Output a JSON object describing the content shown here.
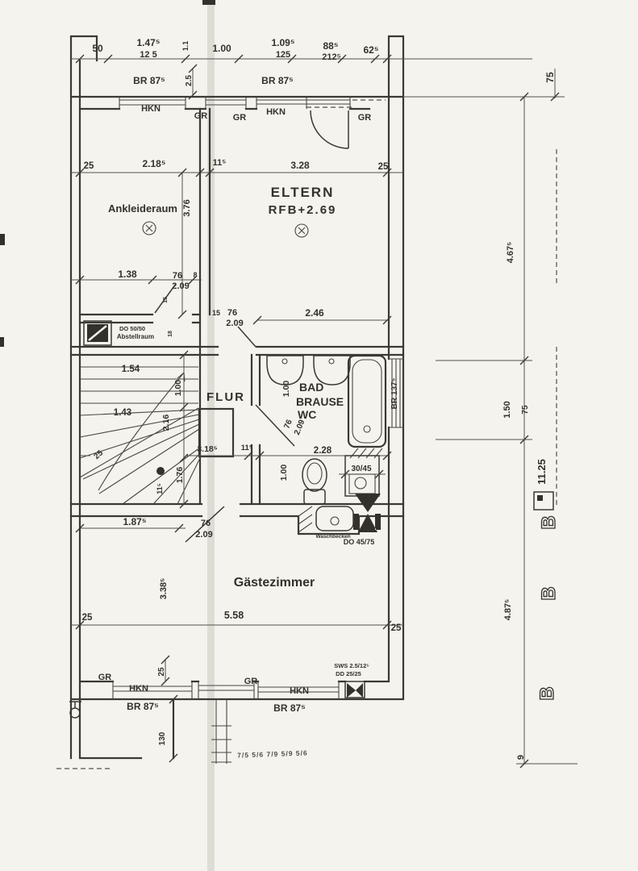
{
  "rooms": {
    "ankleideraum": "Ankleideraum",
    "eltern": "ELTERN",
    "eltern_sub": "RFB+2.69",
    "abstell_size": "DO 50/50",
    "abstellraum": "Abstellraum",
    "flur": "FLUR",
    "bad": "BAD",
    "brause": "BRAUSE",
    "wc": "WC",
    "gaestezimmer": "Gästezimmer"
  },
  "fixtures": {
    "waschbecken": "Waschbecken",
    "do_45_75": "DO 45/75",
    "shaft_30_45": "30/45",
    "sws": "SWS 2.5/12⁵",
    "dd_25_25": "DD 25/25"
  },
  "openings": {
    "br_87_5": "BR 87⁵",
    "br_137_5": "BR 137⁵",
    "hkn": "HKN",
    "gr": "GR"
  },
  "dims": {
    "d50": "50",
    "d147_5": "1.47⁵",
    "d12_5": "12 5",
    "d1_1": "1.1",
    "d100": "1.00",
    "d109_5": "1.09⁵",
    "d125": "125",
    "d88_5": "88⁵",
    "d212_5": "212⁵",
    "d62_5": "62⁵",
    "d2_5": "2.5",
    "d75": "75",
    "d25": "25",
    "d218_5": "2.18⁵",
    "d11_5": "11⁵",
    "d328": "3.28",
    "d376": "3.76",
    "d138": "1.38",
    "d76": "76",
    "d209": "2.09",
    "d8": "8",
    "d15": "15",
    "d18": "18",
    "d246": "2.46",
    "d154": "1.54",
    "d143": "1.43",
    "d216": "2.16",
    "d176": "1.76",
    "d318_5": "3.18⁵",
    "d228": "2.28",
    "d187_5": "1.87⁵",
    "d338_5": "3.38⁵",
    "d558": "5.58",
    "d467_5": "4.67⁵",
    "d150": "1.50",
    "d1125": "11.25",
    "d487_5": "4.87⁵",
    "d130": "130",
    "d9": "9"
  },
  "marks": {
    "b": "B",
    "scribble": "7/5 5/6 7/9 5/9 5/6"
  }
}
